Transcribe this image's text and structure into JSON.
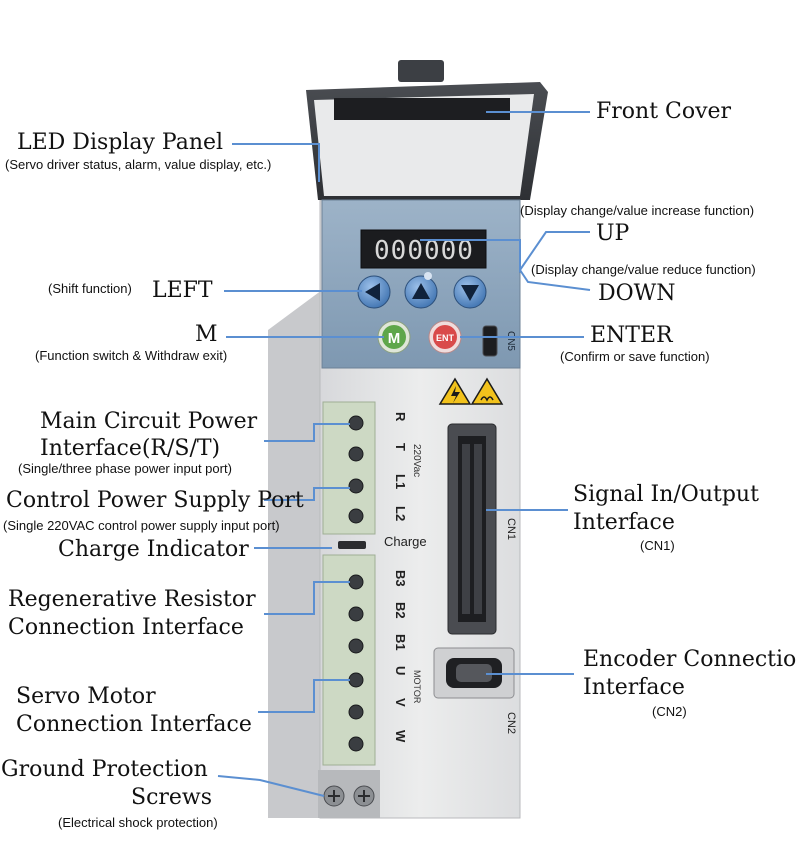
{
  "device": {
    "display_text": "000000",
    "button_m": "M",
    "button_ent": "ENT",
    "port_cn5": "CN5",
    "port_cn1": "CN1",
    "port_cn2": "CN2",
    "charge_text": "Charge",
    "voltage_text": "220Vac",
    "motor_text": "MOTOR",
    "terminals_top": [
      "R",
      "T",
      "L1",
      "L2"
    ],
    "terminals_bottom": [
      "B3",
      "B2",
      "B1",
      "U",
      "V",
      "W"
    ]
  },
  "labels": {
    "front_cover": "Front Cover",
    "led_panel": "LED Display Panel",
    "led_panel_sub": "(Servo driver status, alarm, value display, etc.)",
    "up_sub": "(Display change/value increase function)",
    "up": "UP",
    "down_sub": "(Display change/value reduce function)",
    "down": "DOWN",
    "left_sub": "(Shift function)",
    "left": "LEFT",
    "enter": "ENTER",
    "enter_sub": "(Confirm or save function)",
    "m": "M",
    "m_sub": "(Function switch & Withdraw exit)",
    "main_circuit_1": "Main Circuit Power",
    "main_circuit_2": "Interface(R/S/T)",
    "main_circuit_sub": "(Single/three phase power input port)",
    "control_power": "Control Power Supply Port",
    "control_power_sub": "(Single 220VAC control power supply input port)",
    "charge_indicator": "Charge Indicator",
    "regen_1": "Regenerative Resistor",
    "regen_2": "Connection Interface",
    "servo_motor_1": "Servo Motor",
    "servo_motor_2": "Connection Interface",
    "ground_1": "Ground Protection",
    "ground_2": "Screws",
    "ground_sub": "(Electrical shock protection)",
    "signal_1": "Signal In/Output",
    "signal_2": "Interface",
    "signal_sub": "(CN1)",
    "encoder_1": "Encoder Connectio",
    "encoder_2": "Interface",
    "encoder_sub": "(CN2)"
  },
  "colors": {
    "leader": "#5b8fd1",
    "body": "#e6e7e9",
    "panel": "#8fa9c2",
    "button": "#5c8fc9",
    "button_m": "#4f9a3f",
    "button_ent": "#d94a4a",
    "terminal": "#c9d6c0"
  }
}
